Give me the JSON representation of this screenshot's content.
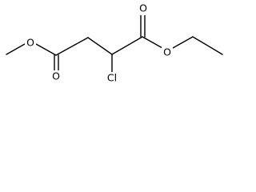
{
  "molecule": {
    "atom_labels": {
      "o_ester_left": "O",
      "o_carbonyl_left": "O",
      "cl": "Cl",
      "o_carbonyl_right": "O",
      "o_ester_right": "O"
    }
  },
  "colors": {
    "bond": "#000000",
    "label": "#000000",
    "background": "#ffffff"
  }
}
